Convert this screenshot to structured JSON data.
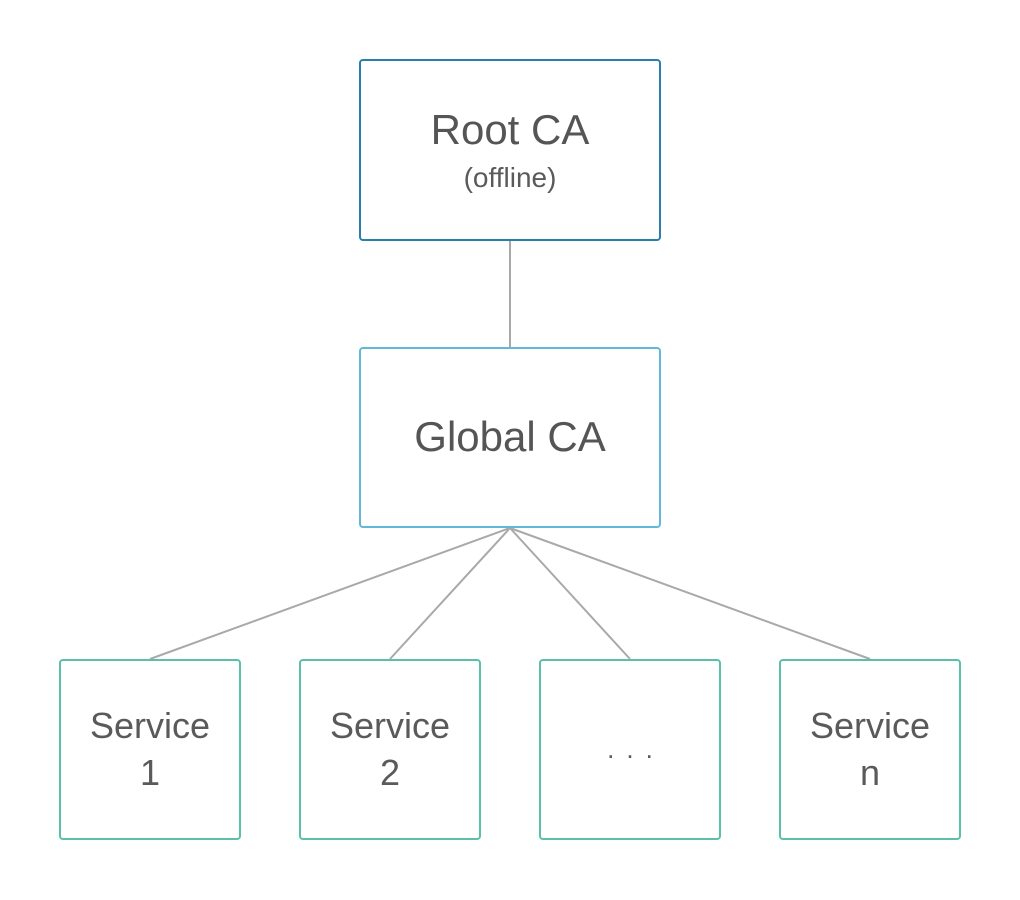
{
  "diagram": {
    "root": {
      "title": "Root CA",
      "subtitle": "(offline)"
    },
    "global": {
      "title": "Global CA"
    },
    "services": [
      {
        "line1": "Service",
        "line2": "1"
      },
      {
        "line1": "Service",
        "line2": "2"
      },
      {
        "line1": "...",
        "line2": ""
      },
      {
        "line1": "Service",
        "line2": "n"
      }
    ],
    "colors": {
      "root_border": "#2a7fa8",
      "global_border": "#62b8d8",
      "service_border": "#5cc0a8",
      "connector": "#a9a9a9",
      "text": "#5a5a5a"
    }
  }
}
